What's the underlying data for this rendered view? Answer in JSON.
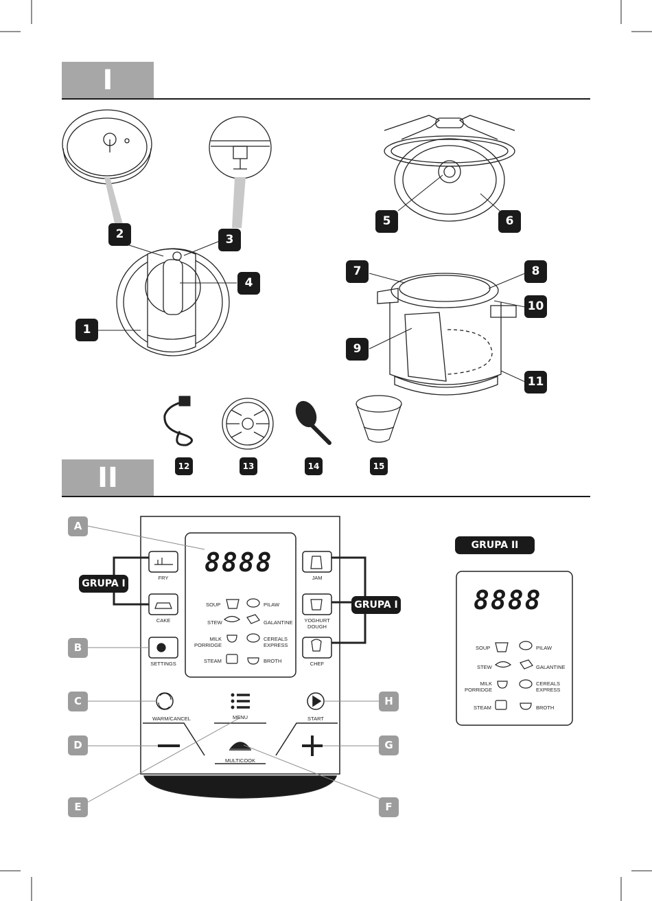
{
  "sections": {
    "one": {
      "label": "I"
    },
    "two": {
      "label": "II"
    }
  },
  "parts": [
    "1",
    "2",
    "3",
    "4",
    "5",
    "6",
    "7",
    "8",
    "9",
    "10",
    "11",
    "12",
    "13",
    "14",
    "15"
  ],
  "panel_letters": [
    "A",
    "B",
    "C",
    "D",
    "E",
    "F",
    "G",
    "H"
  ],
  "groups": {
    "grupa_i_left": "GRUPA I",
    "grupa_i_right": "GRUPA I",
    "grupa_ii": "GRUPA II"
  },
  "display": {
    "digits": "8888"
  },
  "buttons": {
    "fry": "FRY",
    "cake": "CAKE",
    "settings": "SETTINGS",
    "jam": "JAM",
    "yoghurt": "YOGHURT DOUGH",
    "chef": "CHEF",
    "warm_cancel": "WARM/CANCEL",
    "menu": "MENU",
    "start": "START",
    "multicook": "MULTICOOK"
  },
  "programs": {
    "soup": "SOUP",
    "pilaw": "PILAW",
    "stew": "STEW",
    "galantine": "GALANTINE",
    "milk_porridge": "MILK PORRIDGE",
    "cereals_express": "CEREALS EXPRESS",
    "steam": "STEAM",
    "broth": "BROTH"
  },
  "colors": {
    "badge": "#1a1a1a",
    "letter_badge": "#9c9c9c",
    "section_header": "#a7a7a7"
  }
}
